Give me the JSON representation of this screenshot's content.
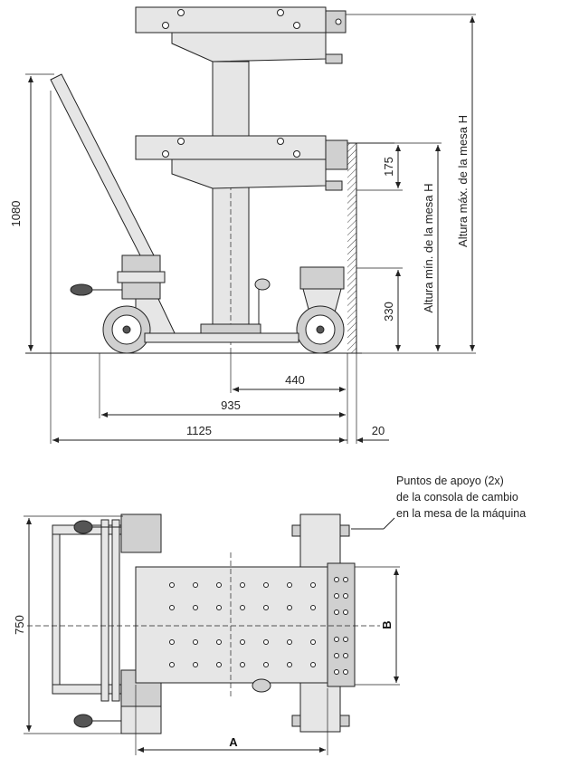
{
  "side_view": {
    "dim_overall_height": "1080",
    "dim_stroke": "175",
    "dim_min_height_part": "330",
    "label_max_height": "Altura máx. de la mesa H",
    "label_min_height": "Altura mín. de la mesa H",
    "dim_column_offset": "440",
    "dim_wheelbase": "935",
    "dim_overall_length": "1125",
    "dim_clearance": "20"
  },
  "top_view": {
    "dim_width": "750",
    "label_A": "A",
    "label_B": "B",
    "note_line1": "Puntos de apoyo (2x)",
    "note_line2": "de la consola de cambio",
    "note_line3": "en la mesa de la máquina"
  },
  "colors": {
    "line": "#222222",
    "fill_light": "#e6e6e6",
    "fill_mid": "#d0d0d0",
    "wheel_dark": "#555555"
  }
}
